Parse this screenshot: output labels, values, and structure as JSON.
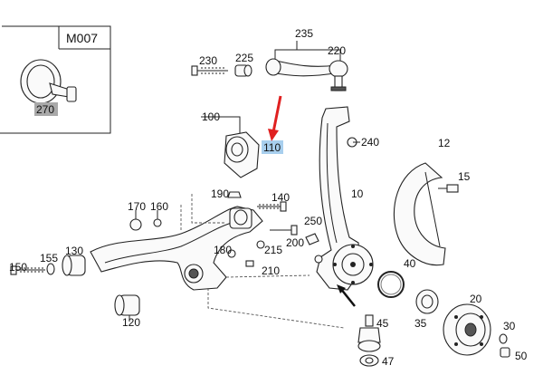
{
  "inset_code": "M007",
  "labels": {
    "p270": "270",
    "p235": "235",
    "p230": "230",
    "p225": "225",
    "p220": "220",
    "p100": "100",
    "p110": "110",
    "p240": "240",
    "p12": "12",
    "p15": "15",
    "p190": "190",
    "p140": "140",
    "p10": "10",
    "p170": "170",
    "p160": "160",
    "p250": "250",
    "p200": "200",
    "p180": "180",
    "p215": "215",
    "p210": "210",
    "p150": "150",
    "p155": "155",
    "p130": "130",
    "p40": "40",
    "p120": "120",
    "p20": "20",
    "p45": "45",
    "p35": "35",
    "p30": "30",
    "p47": "47",
    "p50": "50"
  },
  "highlight_colors": {
    "p270": "#a9a9a9",
    "p110": "#a8cfee",
    "pointer_arrow": "#e02020"
  }
}
